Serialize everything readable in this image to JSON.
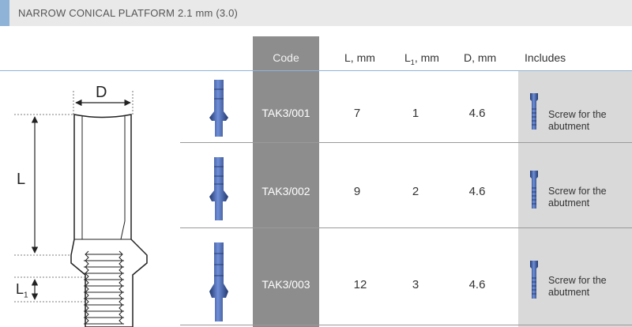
{
  "header": {
    "title": "NARROW CONICAL PLATFORM 2.1 mm (3.0)"
  },
  "diagram": {
    "label_d": "D",
    "label_l": "L",
    "label_l1": "L",
    "label_l1_sub": "1"
  },
  "table": {
    "columns": {
      "code": "Code",
      "l": "L, mm",
      "l1_main": "L",
      "l1_sub": "1",
      "l1_unit": ", mm",
      "d": "D, mm",
      "includes": "Includes"
    },
    "rows": [
      {
        "code": "TAK3/001",
        "l": "7",
        "l1": "1",
        "d": "4.6",
        "includes": "Screw for the abutment",
        "includes_l1": "Screw for the",
        "includes_l2": "abutment"
      },
      {
        "code": "TAK3/002",
        "l": "9",
        "l1": "2",
        "d": "4.6",
        "includes": "Screw for the abutment",
        "includes_l1": "Screw for the",
        "includes_l2": "abutment"
      },
      {
        "code": "TAK3/003",
        "l": "12",
        "l1": "3",
        "d": "4.6",
        "includes": "Screw for the abutment",
        "includes_l1": "Screw for the",
        "includes_l2": "abutment"
      }
    ]
  },
  "colors": {
    "accent": "#8fb3d6",
    "code_column": "#8d8d8d",
    "includes_column": "#d9d9d9",
    "part_blue": "#3f63b4"
  }
}
